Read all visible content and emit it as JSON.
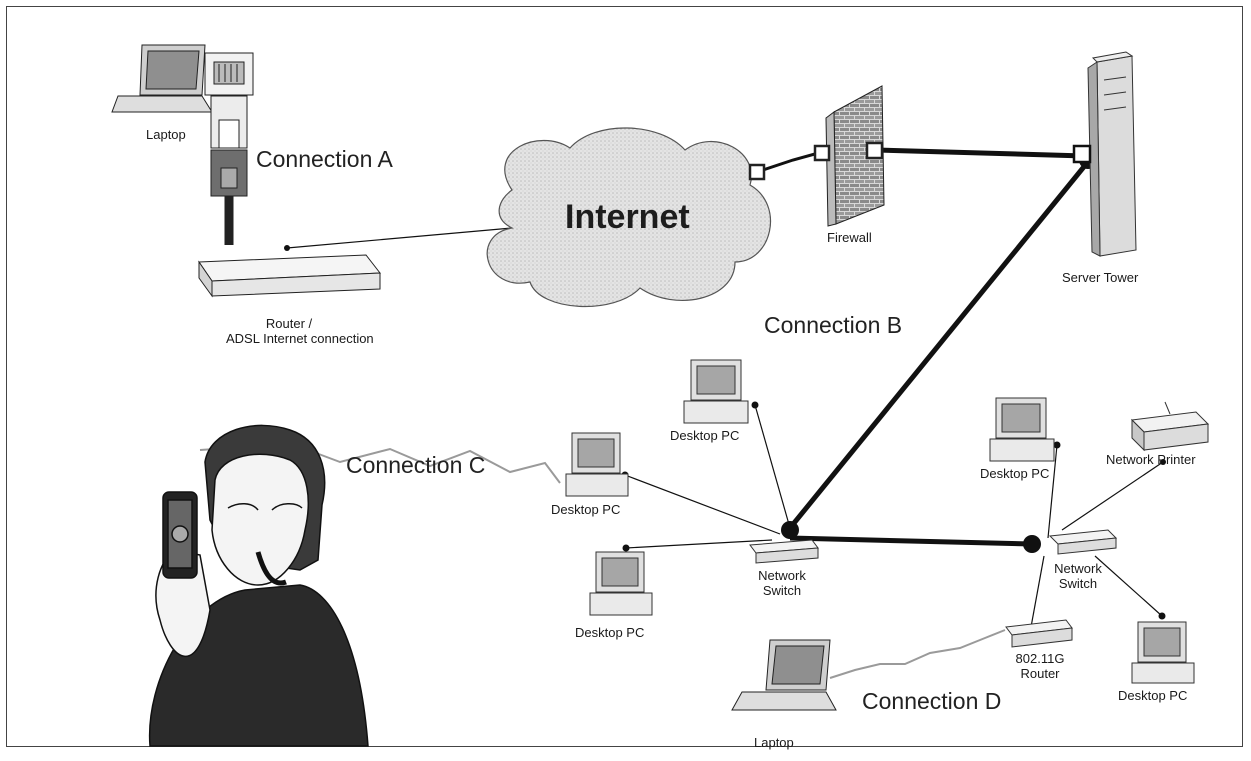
{
  "labels": {
    "internet": "Internet",
    "laptop_top": "Laptop",
    "router_line1": "Router /",
    "router_line2": "ADSL Internet connection",
    "firewall": "Firewall",
    "server": "Server Tower",
    "desktop_top": "Desktop PC",
    "desktop_left": "Desktop PC",
    "desktop_bottom_left": "Desktop PC",
    "switch_left_line1": "Network",
    "switch_left_line2": "Switch",
    "desktop_right": "Desktop PC",
    "printer": "Network Printer",
    "switch_right_line1": "Network",
    "switch_right_line2": "Switch",
    "wifi_router_line1": "802.11G",
    "wifi_router_line2": "Router",
    "desktop_bottom_right": "Desktop PC",
    "laptop_bottom": "Laptop"
  },
  "connections": {
    "a": "Connection A",
    "b": "Connection B",
    "c": "Connection C",
    "d": "Connection D"
  },
  "icons": [
    "laptop-icon",
    "ethernet-plug-icon",
    "router-icon",
    "cloud-icon",
    "firewall-icon",
    "server-tower-icon",
    "desktop-pc-icon",
    "network-switch-icon",
    "network-printer-icon",
    "wifi-router-icon",
    "person-with-phone-icon"
  ]
}
